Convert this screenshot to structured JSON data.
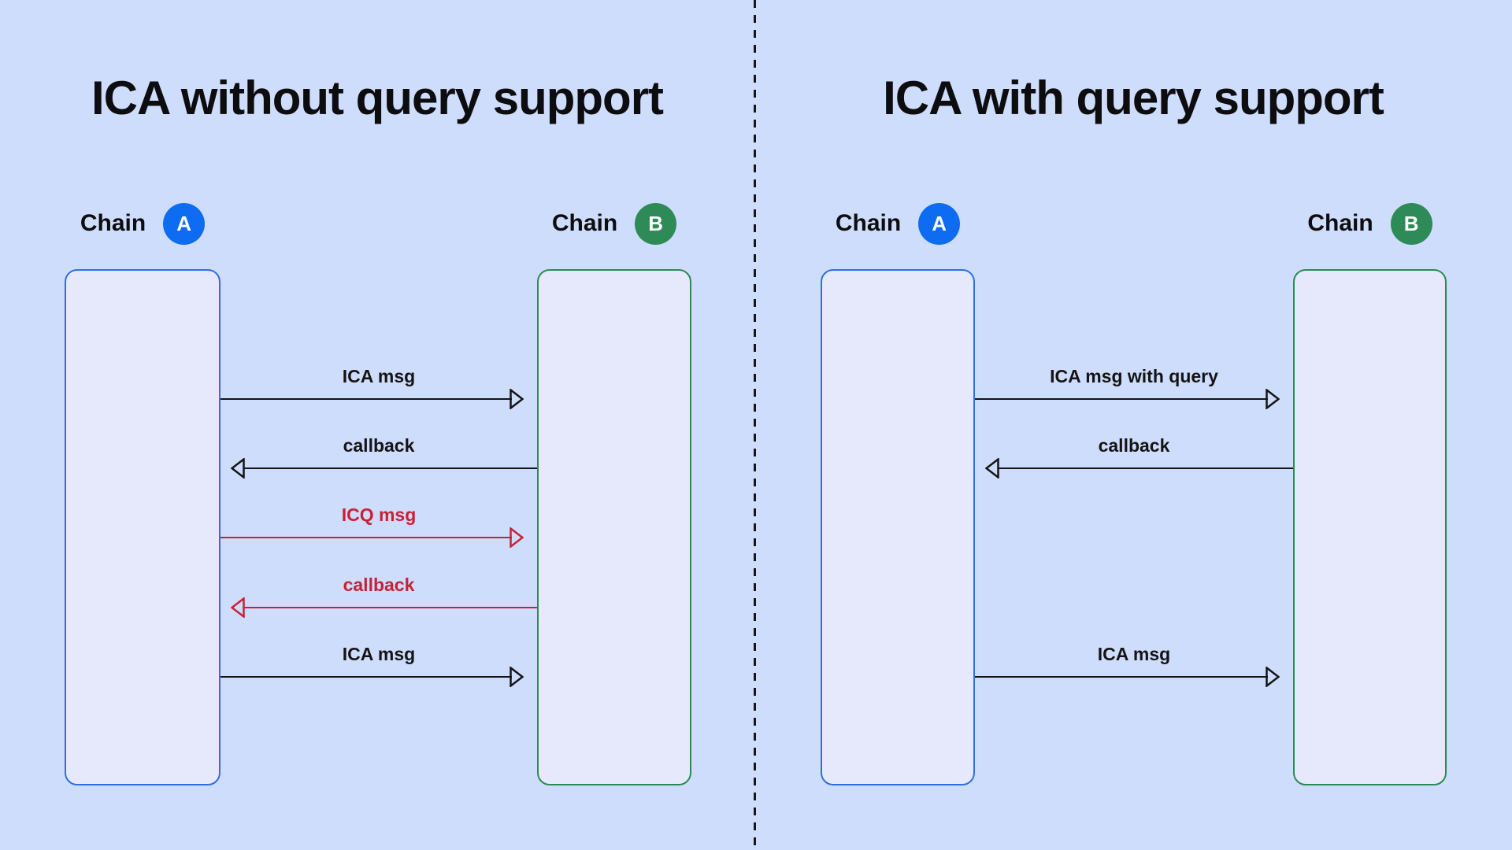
{
  "left_panel": {
    "title": "ICA without query support",
    "chain_a": {
      "label": "Chain",
      "badge": "A"
    },
    "chain_b": {
      "label": "Chain",
      "badge": "B"
    },
    "messages": [
      {
        "label": "ICA msg",
        "direction": "right",
        "color": "black"
      },
      {
        "label": "callback",
        "direction": "left",
        "color": "black"
      },
      {
        "label": "ICQ msg",
        "direction": "right",
        "color": "red"
      },
      {
        "label": "callback",
        "direction": "left",
        "color": "red"
      },
      {
        "label": "ICA msg",
        "direction": "right",
        "color": "black"
      }
    ]
  },
  "right_panel": {
    "title": "ICA with query support",
    "chain_a": {
      "label": "Chain",
      "badge": "A"
    },
    "chain_b": {
      "label": "Chain",
      "badge": "B"
    },
    "messages": [
      {
        "label": "ICA msg with query",
        "direction": "right",
        "color": "black"
      },
      {
        "label": "callback",
        "direction": "left",
        "color": "black"
      },
      {
        "label": "ICA msg",
        "direction": "right",
        "color": "black"
      }
    ]
  },
  "colors": {
    "background": "#cfddfc",
    "lifeline_fill": "#e5e9fb",
    "chain_a_blue": "#0d6cf2",
    "chain_a_border": "#2e6fe0",
    "chain_b_green": "#2e8a56",
    "message_black": "#141414",
    "message_red": "#c92134",
    "divider_black": "#161616"
  }
}
